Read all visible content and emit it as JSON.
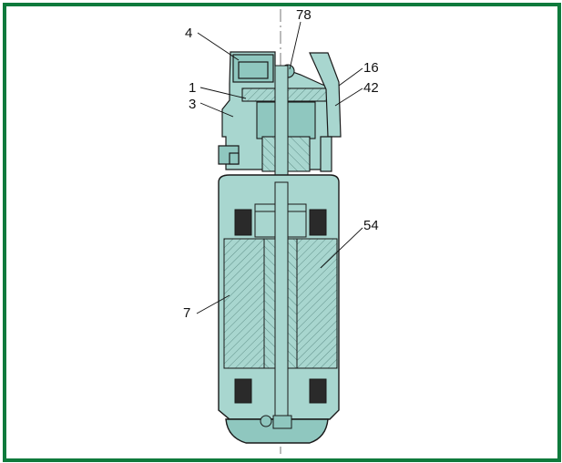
{
  "colors": {
    "border": "#0f7a3c",
    "body_fill": "#a8d6cf",
    "line": "#1a1a1a"
  },
  "labels": {
    "l4": "4",
    "l78": "78",
    "l1": "1",
    "l3": "3",
    "l16": "16",
    "l42": "42",
    "l54": "54",
    "l7": "7"
  }
}
